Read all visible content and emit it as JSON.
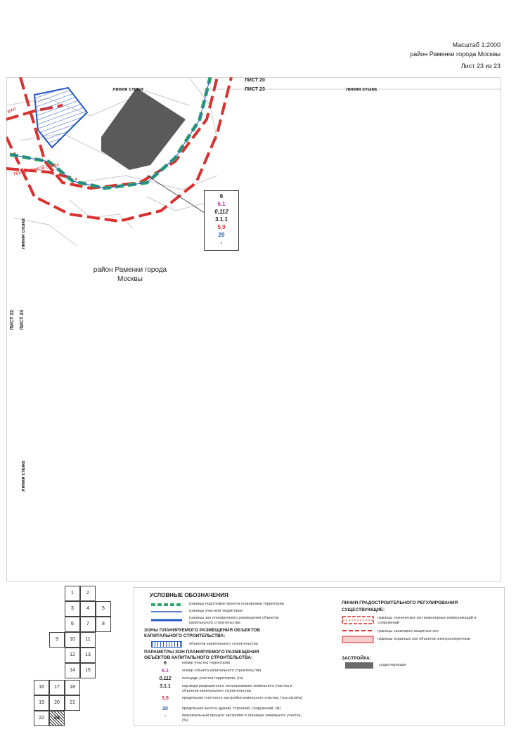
{
  "header": {
    "scale": "Масштаб 1:2000",
    "district": "район Раменки города Москвы",
    "sheet": "Лист 23 из 23"
  },
  "map": {
    "sheet_top_a": "ЛИСТ 20",
    "sheet_top_b": "ЛИСТ 23",
    "junction_left": "линия стыка",
    "junction_right": "линия стыка",
    "junction_vert_top": "линия стыка",
    "junction_vert_bottom": "линия стыка",
    "sheet_left_a": "ЛИСТ 22",
    "sheet_left_b": "ЛИСТ 23",
    "zone_label_a": "ехн",
    "zone_label_b": "технической зоны",
    "district_line1": "район Раменки города",
    "district_line2": "Москвы",
    "parcel": {
      "number": "6",
      "object": "6.1",
      "area": "0,112",
      "code": "3.1.1",
      "density": "5,9",
      "height": "20",
      "percent": "-"
    }
  },
  "legend": {
    "title": "УСЛОВНЫЕ ОБОЗНАЧЕНИЯ",
    "items": {
      "prep": "границы подготовки проекта планировки территории",
      "plots": "границы участков территории",
      "zones": "границы зон планируемого размещения объектов капитального строительства"
    },
    "zones_head": "ЗОНЫ ПЛАНИРУЕМОГО РАЗМЕЩЕНИЯ ОБЪЕКТОВ КАПИТАЛЬНОГО СТРОИТЕЛЬСТВА:",
    "zones_obj": "объектов капитального строительства",
    "params_head": "ПАРАМЕТРЫ ЗОН ПЛАНИРУЕМОГО РАЗМЕЩЕНИЯ ОБЪЕКТОВ КАПИТАЛЬНОГО СТРОИТЕЛЬСТВА:",
    "params": [
      {
        "code": "6",
        "text": "номер участка территории",
        "color": "#222222"
      },
      {
        "code": "6.1",
        "text": "номер объекта капитального строительства",
        "color": "#b0359a"
      },
      {
        "code": "0,112",
        "text": "площадь участка территории, (га)",
        "color": "#222222"
      },
      {
        "code": "3.1.1",
        "text": "код вида разрешенного использования земельного участка и объектов капитального строительства",
        "color": "#222222"
      },
      {
        "code": "5,9",
        "text": "предельная плотность застройки земельного участка, (тыс.кв.м/га)",
        "color": "#d6333a"
      },
      {
        "code": "20",
        "text": "предельная высота зданий, строений, сооружений, (м)",
        "color": "#1f5fb0"
      },
      {
        "code": "-",
        "text": "максимальный процент застройки в границах земельного участка, (%)",
        "color": "#222222"
      }
    ],
    "reg_head": "ЛИНИИ ГРАДОСТРОИТЕЛЬНОГО РЕГУЛИРОВАНИЯ",
    "existing_head": "СУЩЕСТВУЮЩИЕ:",
    "reg_items": [
      "границы технических зон инженерных коммуникаций и сооружений",
      "границы санитарно-защитных зон",
      "границы охранных зон объектов электроэнергетики"
    ],
    "build_head": "ЗАСТРОЙКА:",
    "build_item": "существующая"
  },
  "index_grid": {
    "cells": [
      "1",
      "2",
      "3",
      "4",
      "5",
      "6",
      "7",
      "8",
      "9",
      "10",
      "11",
      "12",
      "13",
      "14",
      "15",
      "16",
      "17",
      "18",
      "19",
      "20",
      "21",
      "22",
      "23"
    ]
  },
  "colors": {
    "red_zone": "#d8312f",
    "green_boundary": "#2fa86a",
    "blue_zone": "#2457c4",
    "building": "#5a5a5a"
  }
}
